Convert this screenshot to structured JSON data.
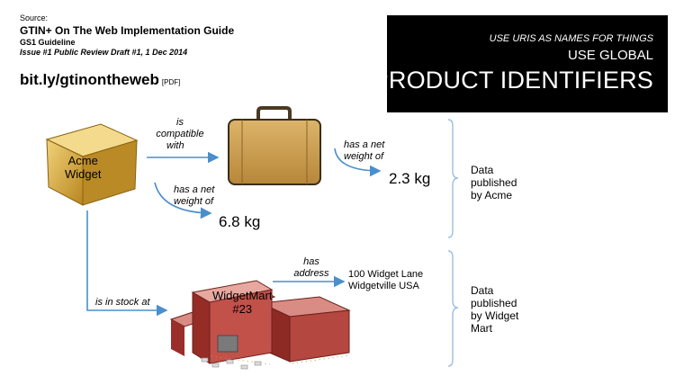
{
  "source": {
    "label": "Source:",
    "title": "GTIN+ On The Web Implementation Guide",
    "subtitle": "GS1 Guideline",
    "issue": "Issue #1 Public Review Draft #1, 1 Dec 2014"
  },
  "link": {
    "url": "bit.ly/gtinontheweb",
    "tag": "[PDF]"
  },
  "banner": {
    "line1": "USE URIS AS NAMES FOR THINGS",
    "line2": "USE GLOBAL",
    "line3": "PRODUCT IDENTIFIERS"
  },
  "diagram": {
    "widget_label": [
      "Acme",
      "Widget"
    ],
    "edge_compatible": [
      "is",
      "compatible",
      "with"
    ],
    "edge_weight_suitcase": [
      "has a net",
      "weight of"
    ],
    "suitcase_weight": "2.3 kg",
    "edge_weight_widget": [
      "has a net",
      "weight of"
    ],
    "widget_weight": "6.8 kg",
    "edge_stock": "is in stock at",
    "store_label": [
      "WidgetMart",
      "#23"
    ],
    "edge_address": [
      "has",
      "address"
    ],
    "address": [
      "100 Widget Lane",
      "Widgetville USA"
    ],
    "group_acme": [
      "Data",
      "published",
      "by Acme"
    ],
    "group_mart": [
      "Data",
      "published",
      "by Widget",
      "Mart"
    ]
  },
  "colors": {
    "arrow": "#4a8fcc",
    "bracket": "#9cbfe0",
    "box": "#c99a2e",
    "suitcase": "#c89a4a",
    "building": "#b4473f",
    "banner_bg": "#000000"
  }
}
